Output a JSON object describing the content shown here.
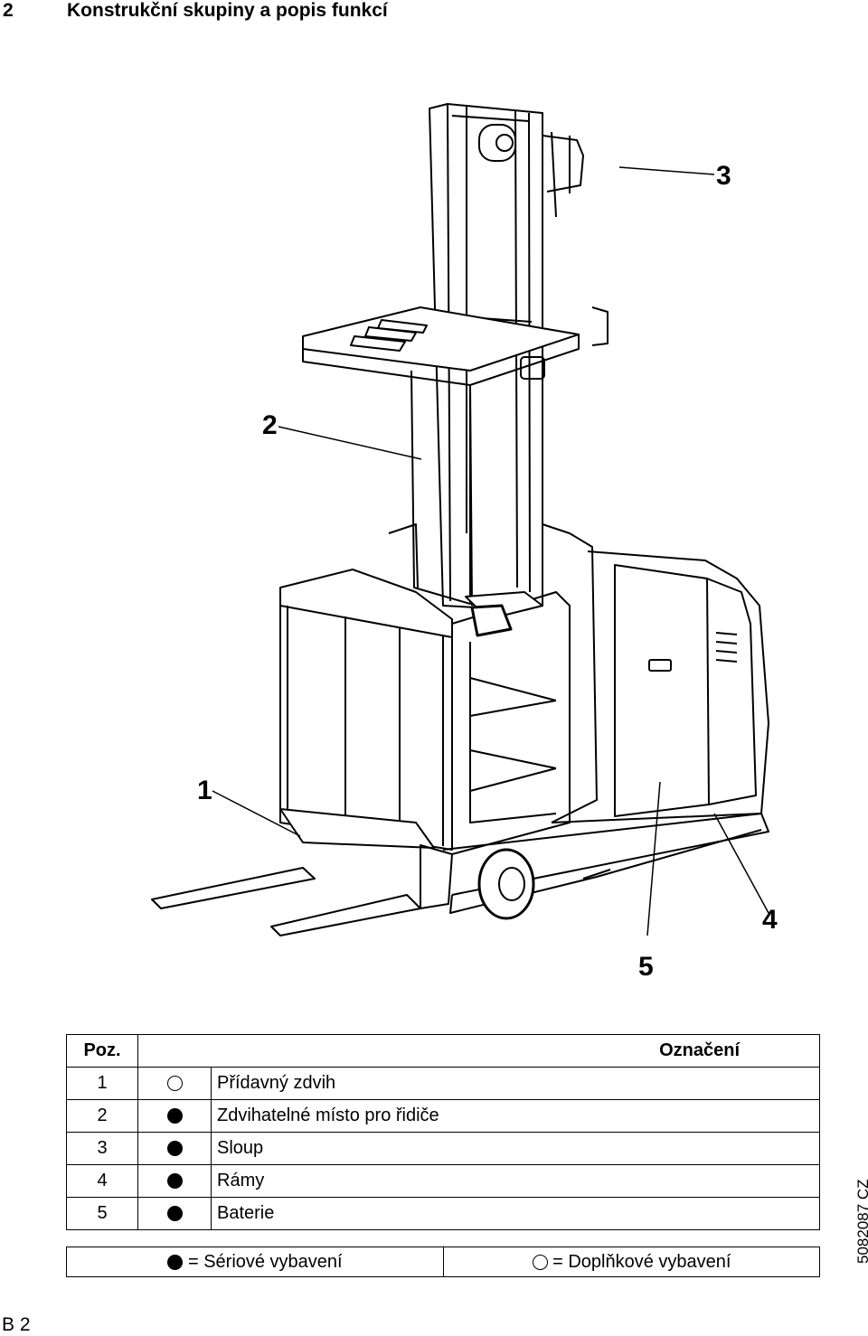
{
  "header": {
    "section_number": "2",
    "title": "Konstrukční skupiny a popis funkcí"
  },
  "figure": {
    "callouts": [
      "1",
      "2",
      "3",
      "4",
      "5"
    ]
  },
  "legend": {
    "col_pos": "Poz.",
    "col_desc": "Označení",
    "rows": [
      {
        "pos": "1",
        "type": "optional",
        "desc": "Přídavný zdvih"
      },
      {
        "pos": "2",
        "type": "standard",
        "desc": "Zdvihatelné místo pro řidiče"
      },
      {
        "pos": "3",
        "type": "standard",
        "desc": "Sloup"
      },
      {
        "pos": "4",
        "type": "standard",
        "desc": "Rámy"
      },
      {
        "pos": "5",
        "type": "standard",
        "desc": "Baterie"
      }
    ]
  },
  "key": {
    "standard_label": "= Sériové vybavení",
    "optional_label": "= Doplňkové vybavení"
  },
  "doc_number": "5082087 CZ",
  "page_number": "B 2"
}
